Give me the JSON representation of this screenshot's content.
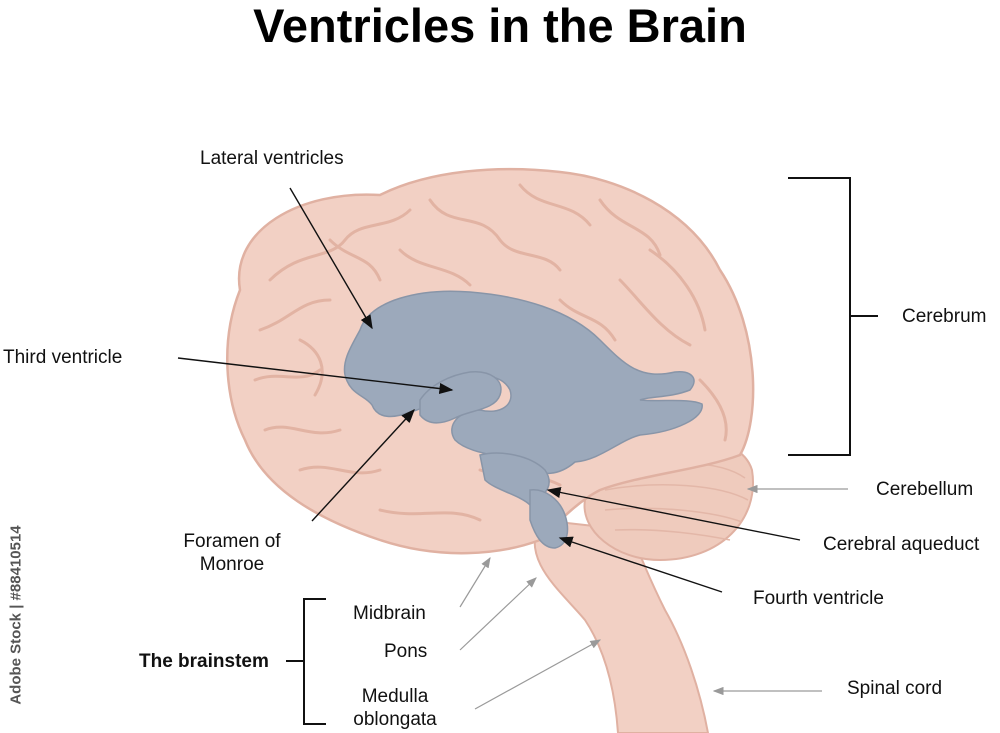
{
  "title": "Ventricles in the Brain",
  "labels": {
    "lateral_ventricles": "Lateral ventricles",
    "third_ventricle": "Third ventricle",
    "foramen_line1": "Foramen of",
    "foramen_line2": "Monroe",
    "cerebrum": "Cerebrum",
    "cerebellum": "Cerebellum",
    "cerebral_aqueduct": "Cerebral aqueduct",
    "fourth_ventricle": "Fourth ventricle",
    "midbrain": "Midbrain",
    "pons": "Pons",
    "medulla_line1": "Medulla",
    "medulla_line2": "oblongata",
    "spinal_cord": "Spinal cord",
    "brainstem": "The brainstem"
  },
  "watermark": "Adobe Stock | #88410514",
  "colors": {
    "brain_fill": "#f2d0c4",
    "brain_stroke": "#e0b1a2",
    "ventricle_fill": "#9ca9bb",
    "ventricle_stroke": "#8895a8",
    "cerebellum_fill": "#efcbbd",
    "pointer": "#111111",
    "faint_pointer": "#9a9a9a"
  }
}
